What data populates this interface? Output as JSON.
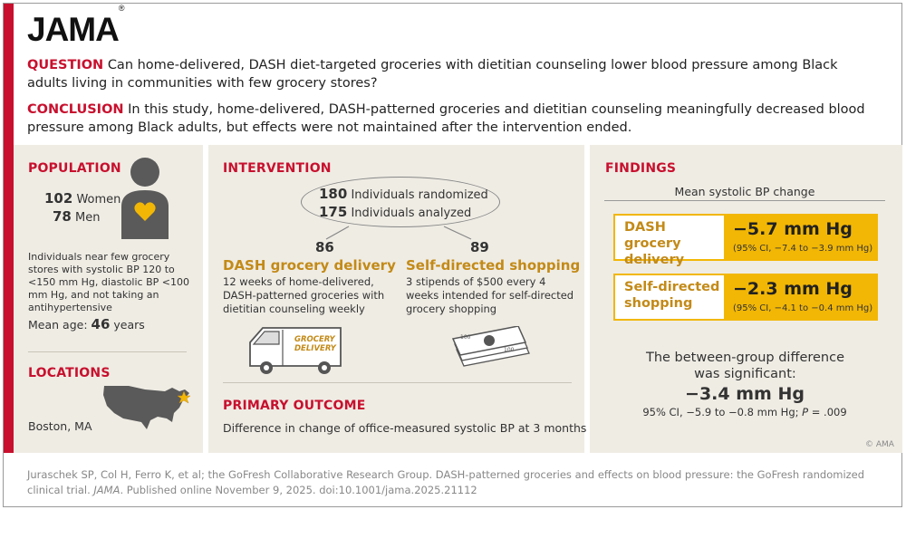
{
  "brand": "JAMA",
  "question": {
    "label": "QUESTION",
    "text": "Can home-delivered, DASH diet-targeted groceries with dietitian counseling lower blood pressure among Black adults living in communities with few grocery stores?"
  },
  "conclusion": {
    "label": "CONCLUSION",
    "text": "In this study, home-delivered, DASH-patterned groceries and dietitian counseling meaningfully decreased blood pressure among Black adults, but effects were not maintained after the intervention ended."
  },
  "population": {
    "heading": "POPULATION",
    "women_count": "102",
    "women_label": "Women",
    "men_count": "78",
    "men_label": "Men",
    "criteria": "Individuals near few grocery stores with systolic BP 120 to <150 mm Hg, diastolic BP <100 mm Hg, and not taking an antihypertensive",
    "mean_age_label": "Mean age:",
    "mean_age_value": "46",
    "mean_age_unit": "years"
  },
  "locations": {
    "heading": "LOCATIONS",
    "place": "Boston, MA"
  },
  "intervention": {
    "heading": "INTERVENTION",
    "randomized_count": "180",
    "randomized_label": "Individuals randomized",
    "analyzed_count": "175",
    "analyzed_label": "Individuals analyzed",
    "arm1": {
      "n": "86",
      "title": "DASH grocery delivery",
      "desc": "12 weeks of home-delivered, DASH-patterned groceries with dietitian counseling weekly",
      "van_text": "GROCERY DELIVERY"
    },
    "arm2": {
      "n": "89",
      "title": "Self-directed shopping",
      "desc": "3 stipends of $500 every 4 weeks intended for self-directed grocery shopping"
    }
  },
  "primary_outcome": {
    "heading": "PRIMARY OUTCOME",
    "text": "Difference in change of office-measured systolic BP at 3 months"
  },
  "findings": {
    "heading": "FINDINGS",
    "subheading": "Mean systolic BP change",
    "rows": [
      {
        "label": "DASH grocery delivery",
        "value": "−5.7 mm Hg",
        "ci": "(95% CI, −7.4 to −3.9 mm Hg)"
      },
      {
        "label": "Self-directed shopping",
        "value": "−2.3 mm Hg",
        "ci": "(95% CI, −4.1 to −0.4 mm Hg)"
      }
    ],
    "diff_text": "The between-group difference was significant:",
    "diff_value": "−3.4 mm Hg",
    "diff_ci": "95% CI, −5.9 to −0.8 mm Hg;",
    "diff_p_label": "P",
    "diff_p": "= .009",
    "copyright": "© AMA"
  },
  "citation": {
    "text": "Juraschek SP, Col H, Ferro K, et al; the GoFresh Collaborative Research Group. DASH-patterned groceries and effects on blood pressure: the GoFresh randomized clinical trial.",
    "journal": "JAMA",
    "rest": ". Published online November 9, 2025. doi:10.1001/jama.2025.21112"
  },
  "colors": {
    "accent_red": "#c8102e",
    "gold": "#f2b705",
    "gold_text": "#c38a17",
    "panel_bg": "#efece4",
    "icon_gray": "#5a5a5a"
  },
  "icons": [
    "person-heart-icon",
    "usa-map-icon",
    "delivery-van-icon",
    "cash-stack-icon"
  ]
}
